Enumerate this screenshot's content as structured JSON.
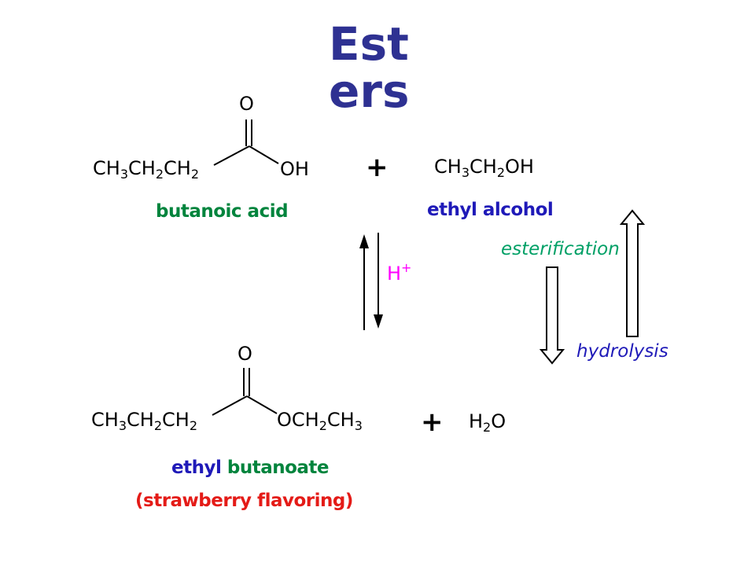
{
  "title": "Esters",
  "title_parts": [
    "Est",
    "ers"
  ],
  "colors": {
    "title": "#2E3192",
    "green": "#00843D",
    "blue": "#1F1AB8",
    "red": "#E41B17",
    "magenta": "#FF00FF",
    "teal": "#00A066"
  },
  "reactant1": {
    "chain": {
      "parts": [
        "CH",
        "3",
        "CH",
        "2",
        "CH",
        "2"
      ]
    },
    "carbonyl_o": "O",
    "oh": "OH",
    "name": "butanoic acid"
  },
  "plus_top": "+",
  "reactant2": {
    "formula": {
      "parts": [
        "CH",
        "3",
        "CH",
        "2",
        "OH"
      ]
    },
    "name": "ethyl alcohol"
  },
  "catalyst": {
    "symbol": "H",
    "charge": "+"
  },
  "esterification_label": "esterification",
  "hydrolysis_label": "hydrolysis",
  "product1": {
    "chain": {
      "parts": [
        "CH",
        "3",
        "CH",
        "2",
        "CH",
        "2"
      ]
    },
    "carbonyl_o": "O",
    "ester_group": {
      "parts": [
        "OCH",
        "2",
        "CH",
        "3"
      ]
    },
    "name_part1": "ethyl",
    "name_part2": "butanoate",
    "note": "(strawberry flavoring)"
  },
  "plus_bottom": "+",
  "product2": {
    "formula": {
      "parts": [
        "H",
        "2",
        "O"
      ]
    }
  }
}
